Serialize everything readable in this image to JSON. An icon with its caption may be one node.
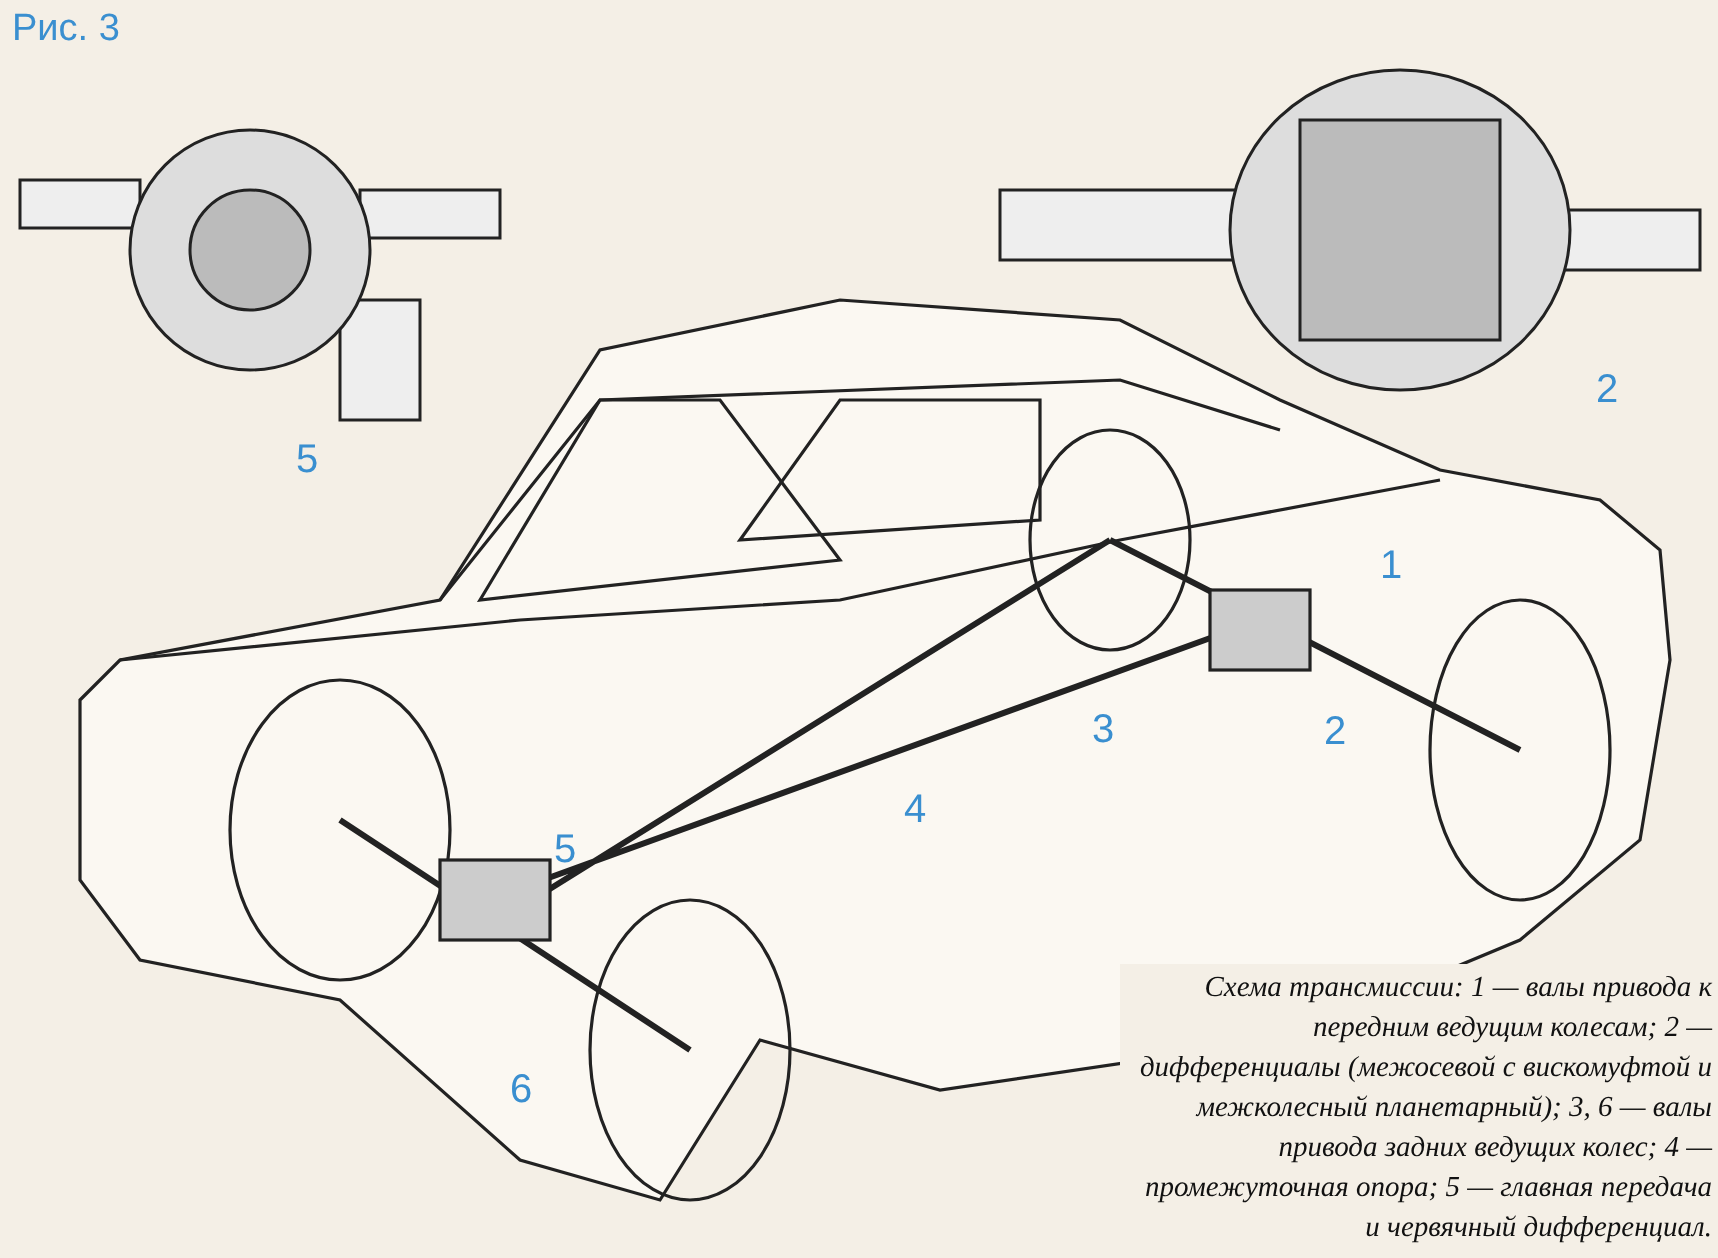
{
  "diagram": {
    "title": "Рис. 3",
    "caption": "Схема трансмиссии: 1 — валы привода к передним ведущим колесам; 2 — дифференциалы (межосевой с вискомуфтой и межколесный планетарный); 3, 6 — валы привода задних ведущих колес; 4 — промежуточная опора; 5 — главная передача и червячный дифференциал.",
    "labels": [
      "2",
      "5",
      "1",
      "3",
      "2",
      "4",
      "5",
      "6"
    ]
  }
}
